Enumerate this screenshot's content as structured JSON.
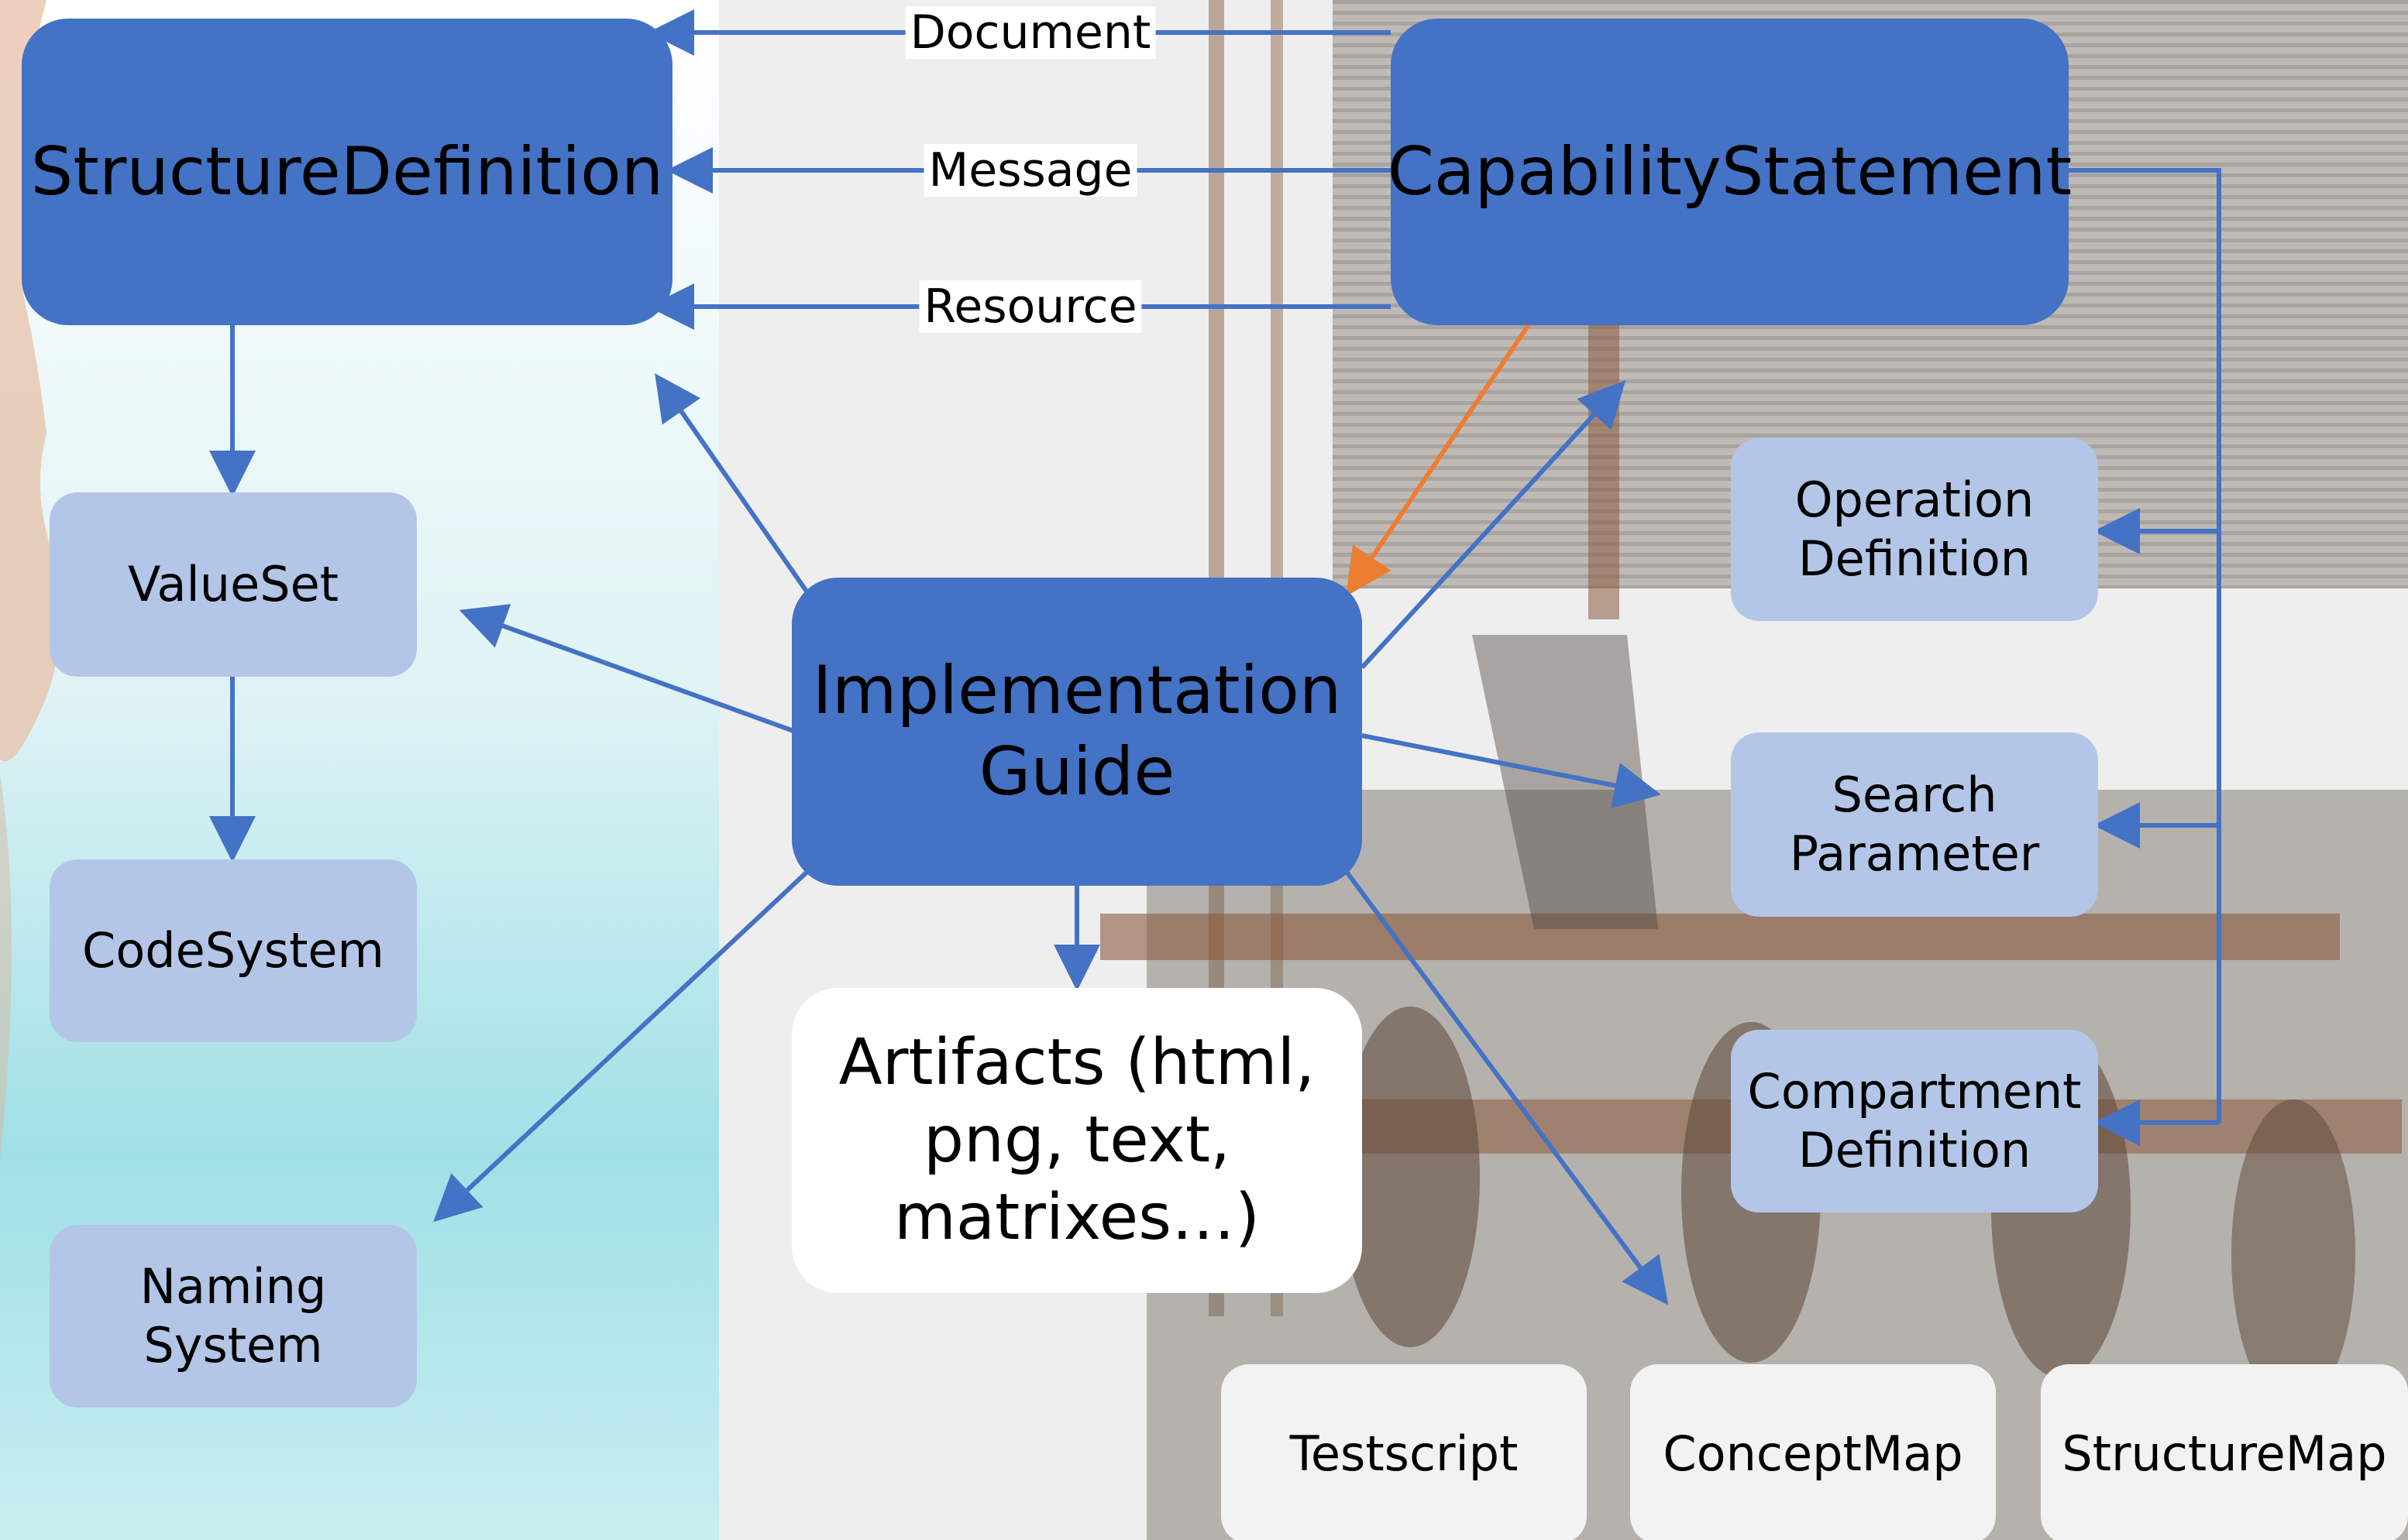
{
  "diagram": {
    "nodes": {
      "structure_definition": "StructureDefinition",
      "capability_statement": "CapabilityStatement",
      "valueset": "ValueSet",
      "codesystem": "CodeSystem",
      "naming_system": "Naming\nSystem",
      "implementation_guide": "Implementation\nGuide",
      "artifacts": "Artifacts (html,\npng, text,\nmatrixes…)",
      "operation_definition": "Operation\nDefinition",
      "search_parameter": "Search\nParameter",
      "compartment_definition": "Compartment\nDefinition",
      "testscript": "Testscript",
      "conceptmap": "ConceptMap",
      "structuremap": "StructureMap"
    },
    "edge_labels": {
      "document": "Document",
      "message": "Message",
      "resource": "Resource"
    }
  },
  "colors": {
    "primary_node": "#4472c4",
    "secondary_node": "#b4c6e7",
    "edge": "#4472c4",
    "highlight_edge": "#ed7d31"
  }
}
